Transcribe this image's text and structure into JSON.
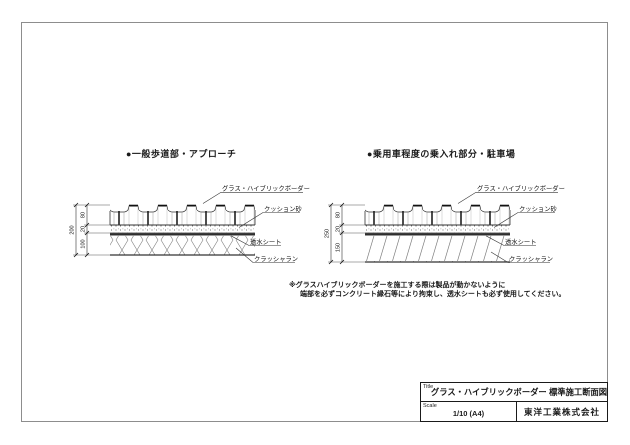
{
  "sections": [
    {
      "heading": "●一般歩道部・アプローチ",
      "labels": {
        "paver": "グラス・ハイブリックボーダー",
        "cushion": "クッション砂",
        "sheet": "透水シート",
        "crusher": "クラッシャラン"
      },
      "dims": {
        "layer1": "80",
        "layer2": "20",
        "layer3": "100",
        "total": "200"
      }
    },
    {
      "heading": "●乗用車程度の乗入れ部分・駐車場",
      "labels": {
        "paver": "グラス・ハイブリックボーダー",
        "cushion": "クッション砂",
        "sheet": "透水シート",
        "crusher": "クラッシャラン"
      },
      "dims": {
        "layer1": "80",
        "layer2": "20",
        "layer3": "150",
        "total": "250"
      }
    }
  ],
  "note": {
    "line1": "※グラスハイブリックボーダーを施工する際は製品が動かないように",
    "line2": "端部を必ずコンクリート縁石等により拘束し、透水シートも必ず使用してください。"
  },
  "title_block": {
    "title_label": "Title",
    "title": "グラス・ハイブリックボーダー 標準施工断面図",
    "scale_label": "Scale",
    "scale": "1/10 (A4)",
    "company": "東洋工業株式会社"
  },
  "colors": {
    "ink": "#1a1a1a",
    "frame": "#8d8d8d",
    "hatch": "#808080"
  }
}
